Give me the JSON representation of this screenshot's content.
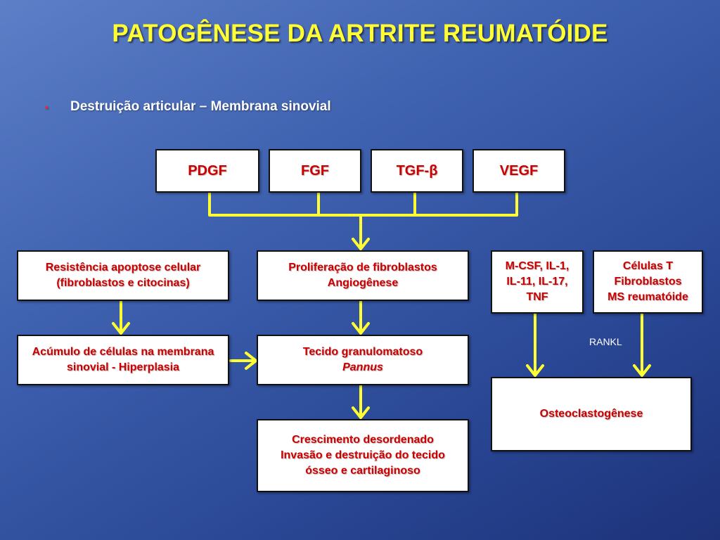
{
  "title": "PATOGÊNESE DA ARTRITE REUMATÓIDE",
  "bullet": {
    "marker": "▪",
    "text": "Destruição articular – Membrana sinovial"
  },
  "growth_factors": [
    "PDGF",
    "FGF",
    "TGF-β",
    "VEGF"
  ],
  "boxes": {
    "resistencia": [
      "Resistência apoptose celular",
      "(fibroblastos e citocinas)"
    ],
    "proliferacao": [
      "Proliferação de fibroblastos",
      "Angiogênese"
    ],
    "citocinas": [
      "M-CSF, IL-1,",
      "IL-11, IL-17,",
      "TNF"
    ],
    "celulas": [
      "Células T",
      "Fibroblastos",
      "MS reumatóide"
    ],
    "acumulo": [
      "Acúmulo de células na membrana",
      "sinovial - Hiperplasia"
    ],
    "tecido": [
      "Tecido granulomatoso",
      "Pannus"
    ],
    "osteoclasto": "Osteoclastogênese",
    "crescimento": [
      "Crescimento desordenado",
      "Invasão e destruição do tecido",
      "ósseo e cartilaginoso"
    ]
  },
  "rankl_label": "RANKL",
  "colors": {
    "title": "#ffff33",
    "box_text": "#cc0000",
    "arrow": "#ffff33",
    "bullet": "#ff2020"
  }
}
